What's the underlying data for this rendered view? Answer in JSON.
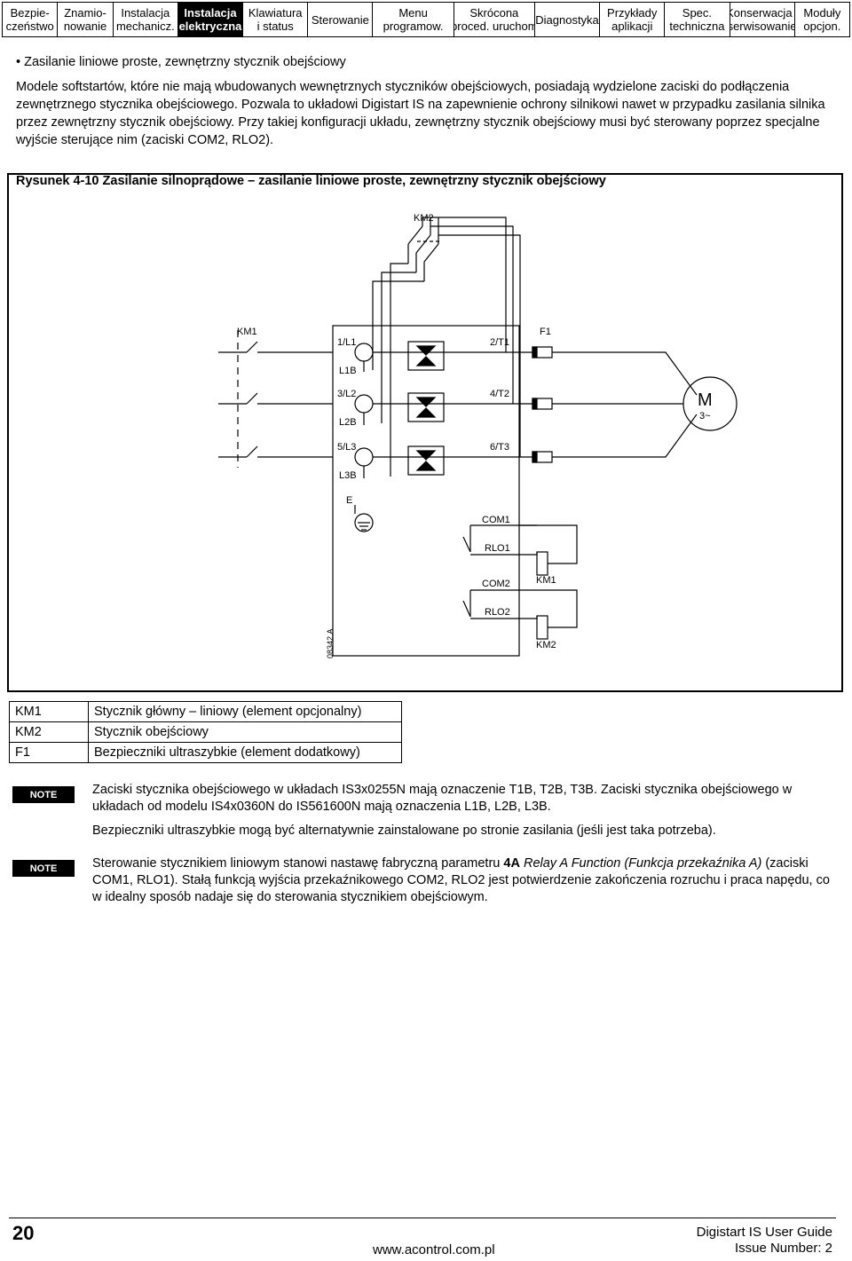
{
  "nav": {
    "tabs": [
      {
        "line1": "Bezpie-",
        "line2": "czeństwo"
      },
      {
        "line1": "Znamio-",
        "line2": "nowanie"
      },
      {
        "line1": "Instalacja",
        "line2": "mechanicz."
      },
      {
        "line1": "Instalacja",
        "line2": "elektryczna"
      },
      {
        "line1": "Klawiatura",
        "line2": "i status"
      },
      {
        "line1": "Sterowanie",
        "line2": ""
      },
      {
        "line1": "Menu",
        "line2": "programow."
      },
      {
        "line1": "Skrócona",
        "line2": "proced. uruchom"
      },
      {
        "line1": "Diagnostyka",
        "line2": ""
      },
      {
        "line1": "Przykłady",
        "line2": "aplikacji"
      },
      {
        "line1": "Spec.",
        "line2": "techniczna"
      },
      {
        "line1": "Konserwacja i",
        "line2": "serwisowanie"
      },
      {
        "line1": "Moduły",
        "line2": "opcjon."
      }
    ]
  },
  "section": {
    "bullet": "Zasilanie liniowe proste, zewnętrzny stycznik obejściowy",
    "intro": "Modele softstartów, które nie mają wbudowanych wewnętrznych styczników obejściowych, posiadają wydzielone zaciski do podłączenia zewnętrznego stycznika obejściowego. Pozwala to układowi Digistart IS na zapewnienie ochrony silnikowi nawet w przypadku zasilania silnika przez zewnętrzny stycznik obejściowy. Przy takiej konfiguracji układu, zewnętrzny stycznik obejściowy musi być sterowany poprzez specjalne wyjście sterujące nim (zaciski COM2, RLO2).",
    "figure_title": "Rysunek 4-10 Zasilanie silnoprądowe – zasilanie liniowe proste, zewnętrzny stycznik obejściowy"
  },
  "diagram": {
    "km2_top": "KM2",
    "km1_label": "KM1",
    "f1_label": "F1",
    "in_terminals": [
      "1/L1",
      "3/L2",
      "5/L3"
    ],
    "bypass_terminals": [
      "L1B",
      "L2B",
      "L3B"
    ],
    "out_terminals": [
      "2/T1",
      "4/T2",
      "6/T3"
    ],
    "earth": "E",
    "relay_terminals": [
      "COM1",
      "RLO1",
      "COM2",
      "RLO2"
    ],
    "coil_km1": "KM1",
    "coil_km2": "KM2",
    "motor_label": "M",
    "motor_phase": "3~",
    "drawing_no": "08342.A"
  },
  "legend": [
    {
      "code": "KM1",
      "desc": "Stycznik główny – liniowy (element opcjonalny)"
    },
    {
      "code": "KM2",
      "desc": "Stycznik obejściowy"
    },
    {
      "code": "F1",
      "desc": "Bezpieczniki ultraszybkie (element dodatkowy)"
    }
  ],
  "notes": {
    "badge": "NOTE",
    "note1_p1": "Zaciski stycznika obejściowego w układach IS3x0255N mają oznaczenie T1B, T2B, T3B. Zaciski stycznika obejściowego w układach od modelu IS4x0360N do IS561600N mają oznaczenia L1B, L2B, L3B.",
    "note1_p2": "Bezpieczniki ultraszybkie mogą być alternatywnie zainstalowane po stronie zasilania (jeśli jest taka potrzeba).",
    "note2_a": "Sterowanie stycznikiem liniowym stanowi nastawę fabryczną parametru ",
    "note2_param": "4A",
    "note2_italic": "Relay A Function (Funkcja przekaźnika A)",
    "note2_b": " (zaciski COM1, RLO1). Stałą funkcją wyjścia przekaźnikowego COM2, RLO2 jest potwierdzenie zakończenia rozruchu i praca napędu, co w idealny sposób nadaje się do sterowania stycznikiem obejściowym."
  },
  "footer": {
    "page_number": "20",
    "website": "www.acontrol.com.pl",
    "guide_title": "Digistart IS User Guide",
    "issue": "Issue Number: 2"
  }
}
